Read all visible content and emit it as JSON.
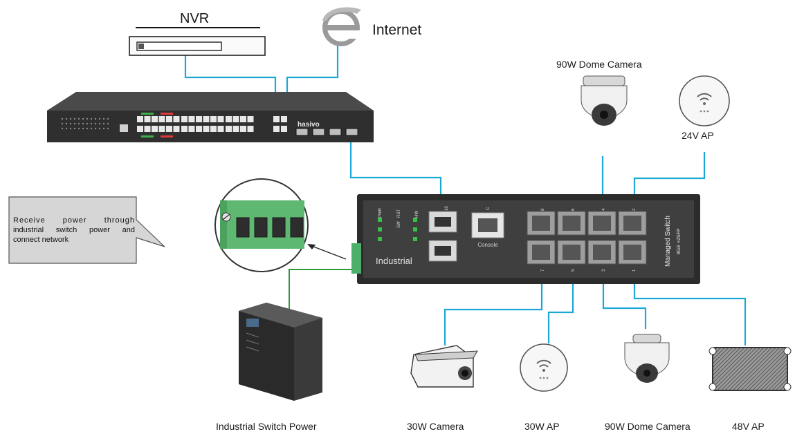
{
  "labels": {
    "nvr": "NVR",
    "internet": "Internet",
    "dome_top": "90W Dome Camera",
    "ap_top": "24V AP",
    "power": "Industrial Switch Power",
    "cam30": "30W Camera",
    "ap30": "30W AP",
    "dome_bottom": "90W Dome Camera",
    "ap48": "48V AP"
  },
  "callout": {
    "lines": [
      "Receive power through",
      "industrial switch power and",
      "connect network"
    ]
  },
  "core_switch": {
    "brand": "hasivo"
  },
  "industrial_switch": {
    "brand": "Industrial",
    "model_line1": "Managed Switch",
    "model_line2": "8GE +2SFP",
    "console": "Console",
    "leds": [
      "PWR",
      "HW",
      "SW"
    ],
    "rst": "RST",
    "port_numbers_top": [
      "8",
      "6",
      "4",
      "2"
    ],
    "port_numbers_bottom": [
      "7",
      "5",
      "3",
      "1"
    ],
    "sfp_labels": [
      "10"
    ],
    "console_label": "C"
  },
  "colors": {
    "link": "#1aa8d6",
    "power_link": "#2a9a3a",
    "switch_body": "#3b3b3b",
    "terminal": "#4caf6a"
  }
}
